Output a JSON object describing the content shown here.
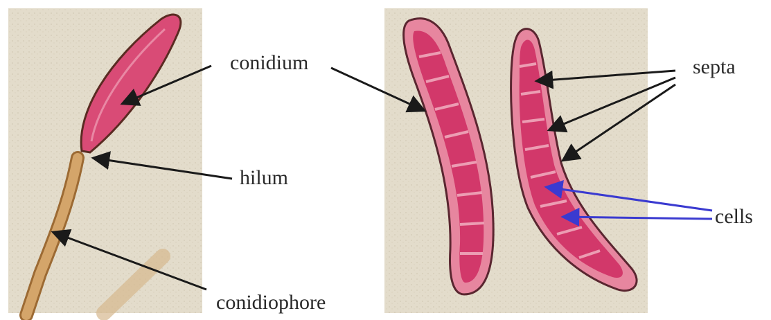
{
  "labels": {
    "conidium": "conidium",
    "hilum": "hilum",
    "conidiophore": "conidiophore",
    "septa": "septa",
    "cells": "cells"
  },
  "colors": {
    "background": "#ffffff",
    "slide": "#e3dccb",
    "cell_fill": "#d03a6a",
    "cell_wall": "#e98aa4",
    "conidiophore": "#c89a5c",
    "arrow_black": "#1a1a1a",
    "arrow_blue": "#4a4ac8"
  }
}
